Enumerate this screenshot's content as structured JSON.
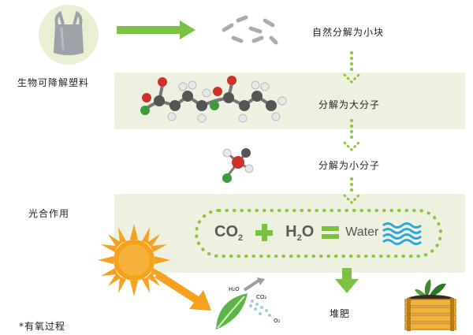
{
  "labels": {
    "material": "生物可降解塑料",
    "photosynthesis": "光合作用",
    "aerobic": "*有氧过程",
    "step1": "自然分解为小块",
    "step2": "分解为大分子",
    "step3": "分解为小分子",
    "compost": "堆肥"
  },
  "equation": {
    "co2": "CO",
    "co2_sub": "2",
    "h2o_h": "H",
    "h2o_sub": "2",
    "h2o_o": "O",
    "water": "Water"
  },
  "leaf_labels": {
    "h2o": "H₂O",
    "co2": "CO₂",
    "o2": "O₂"
  },
  "colors": {
    "band": "#eef1df",
    "arrow_green": "#7cc242",
    "dot_green": "#8dc63f",
    "sun_orange": "#f6a21e",
    "water_blue": "#29a9e0",
    "text": "#222222"
  }
}
